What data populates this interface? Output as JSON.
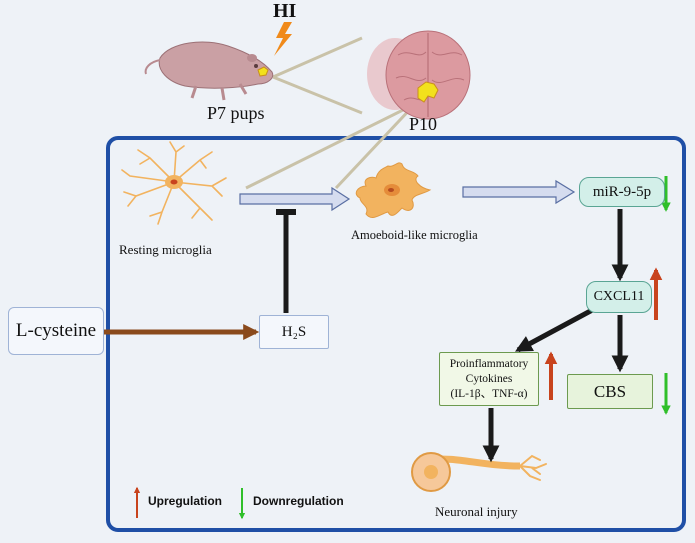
{
  "labels": {
    "hi": "HI",
    "p7_pups": "P7 pups",
    "p10": "P10",
    "resting_microglia": "Resting microglia",
    "amoeboid_microglia": "Amoeboid-like microglia",
    "neuronal_injury": "Neuronal injury"
  },
  "nodes": {
    "l_cysteine": "L-cysteine",
    "h2s": "H₂S",
    "mir": "miR-9-5p",
    "cxcl11": "CXCL11",
    "cbs": "CBS",
    "cytokines": {
      "line1": "Proinflammatory",
      "line2": "Cytokines",
      "line3": "(IL-1β、TNF-α)"
    }
  },
  "legend": {
    "up": "Upregulation",
    "down": "Downregulation"
  },
  "colors": {
    "frame": "#1f4fa6",
    "up_arrow": "#c8431d",
    "down_arrow": "#2fbf2a",
    "flow_arrow": "#1a1a1a",
    "cysteine_arrow": "#8a4a1c",
    "block_arrow_fill": "#d5dcef",
    "microglia": "#f2b35f",
    "zoom_lines": "#c9c2a8",
    "lightning": "#f08a1a",
    "lesion": "#f2e11c"
  },
  "icons": [
    "rat-pup-icon",
    "lightning-icon",
    "brain-icon",
    "resting-microglia-icon",
    "amoeboid-microglia-icon",
    "neuron-icon"
  ]
}
